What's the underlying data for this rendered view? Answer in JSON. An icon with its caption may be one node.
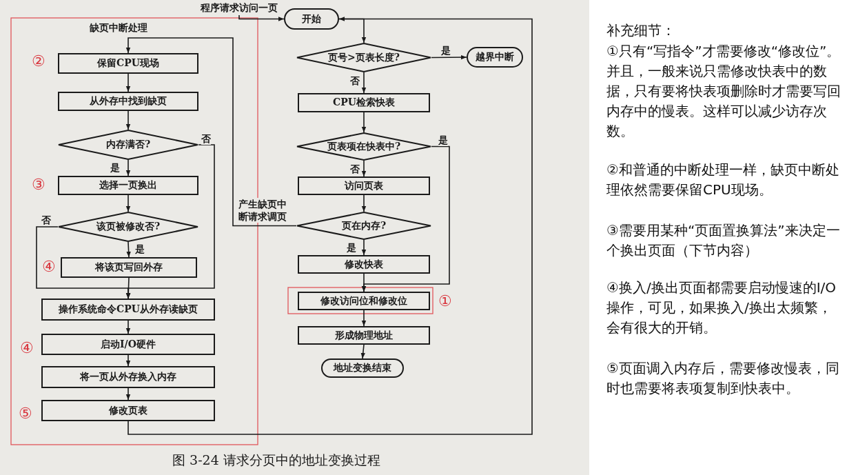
{
  "diagram": {
    "caption": "图 3-24 请求分页中的地址变换过程",
    "nodes": [
      {
        "text": [
          "程序请求访问一页"
        ]
      },
      {
        "text": [
          "开始"
        ]
      },
      {
        "text": [
          "页号>页表长度?"
        ]
      },
      {
        "text": [
          "越界中断"
        ]
      },
      {
        "text": [
          "CPU检索快表"
        ]
      },
      {
        "text": [
          "页表项在快表中?"
        ]
      },
      {
        "text": [
          "访问页表"
        ]
      },
      {
        "text": [
          "页在内存?"
        ]
      },
      {
        "text": [
          "修改快表"
        ]
      },
      {
        "text": [
          "修改访问位和修改位"
        ]
      },
      {
        "text": [
          "形成物理地址"
        ]
      },
      {
        "text": [
          "地址变换结束"
        ]
      },
      {
        "text": [
          "保留CPU现场"
        ]
      },
      {
        "text": [
          "从外存中找到缺页"
        ]
      },
      {
        "text": [
          "内存满否?"
        ]
      },
      {
        "text": [
          "选择一页换出"
        ]
      },
      {
        "text": [
          "该页被修改否?"
        ]
      },
      {
        "text": [
          "将该页写回外存"
        ]
      },
      {
        "text": [
          "操作系统命令CPU从外存读缺页"
        ]
      },
      {
        "text": [
          "启动I/O硬件"
        ]
      },
      {
        "text": [
          "将一页从外存换入内存"
        ]
      },
      {
        "text": [
          "修改页表"
        ]
      }
    ],
    "edges": [
      {
        "from": 0,
        "to": 1,
        "arrow": "to"
      },
      {
        "from": 1,
        "to": 2,
        "arrow": "to"
      },
      {
        "from": 2,
        "to": 3,
        "arrow": "to",
        "label": "是"
      },
      {
        "from": 2,
        "to": 4,
        "arrow": "to",
        "label": "否"
      },
      {
        "from": 4,
        "to": 5,
        "arrow": "to"
      },
      {
        "from": 5,
        "to": 6,
        "arrow": "to",
        "label": "否"
      },
      {
        "from": 5,
        "to": 9,
        "arrow": "to",
        "label": "是"
      },
      {
        "from": 6,
        "to": 7,
        "arrow": "to"
      },
      {
        "from": 7,
        "to": 8,
        "arrow": "to",
        "label": "是"
      },
      {
        "from": 7,
        "to": 12,
        "arrow": "to",
        "label": "产生缺页中断请求调页"
      },
      {
        "from": 8,
        "to": 9,
        "arrow": "to"
      },
      {
        "from": 9,
        "to": 10,
        "arrow": "to"
      },
      {
        "from": 10,
        "to": 11,
        "arrow": "to"
      },
      {
        "from": 12,
        "to": 13,
        "arrow": "to"
      },
      {
        "from": 13,
        "to": 14,
        "arrow": "to"
      },
      {
        "from": 14,
        "to": 15,
        "arrow": "to",
        "label": "是"
      },
      {
        "from": 14,
        "to": 18,
        "arrow": "to",
        "label": "否"
      },
      {
        "from": 15,
        "to": 16,
        "arrow": "to"
      },
      {
        "from": 16,
        "to": 17,
        "arrow": "to",
        "label": "是"
      },
      {
        "from": 16,
        "to": 18,
        "arrow": "to",
        "label": "否"
      },
      {
        "from": 17,
        "to": 18,
        "arrow": "to"
      },
      {
        "from": 18,
        "to": 19,
        "arrow": "to"
      },
      {
        "from": 19,
        "to": 20,
        "arrow": "to"
      },
      {
        "from": 20,
        "to": 21,
        "arrow": "to"
      },
      {
        "from": 21,
        "to": 1,
        "arrow": "to"
      }
    ],
    "labels": [
      "缺页中断处理",
      "②",
      "③",
      "④",
      "④",
      "⑤",
      "①",
      "补充细节：",
      "①只有“写指令”才需要修改“修改位”。并且，一般来说只需修改快表中的数据，只有要将快表项删除时才需要写回内存中的慢表。这样可以减少访存次数。",
      "②和普通的中断处理一样，缺页中断处理依然需要保留CPU现场。",
      "③需要用某种“页面置换算法”来决定一个换出页面（下节内容）",
      "④换入/换出页面都需要启动慢速的I/O操作，可见，如果换入/换出太频繁，会有很大的开销。",
      "⑤页面调入内存后，需要修改慢表，同时也需要将表项复制到快表中。"
    ]
  }
}
